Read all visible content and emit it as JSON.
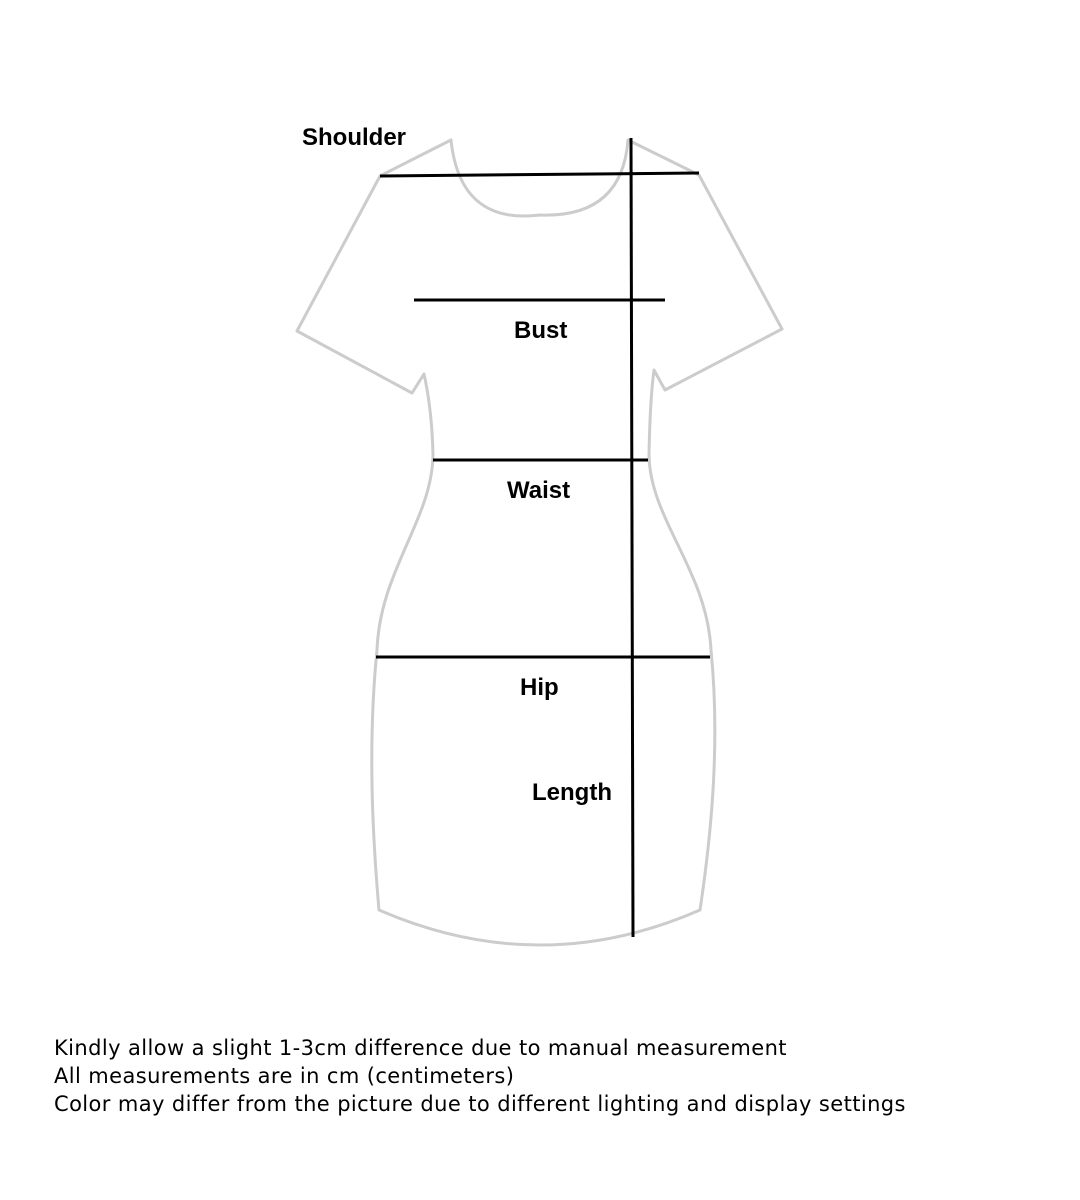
{
  "labels": {
    "shoulder": "Shoulder",
    "bust": "Bust",
    "waist": "Waist",
    "hip": "Hip",
    "length": "Length"
  },
  "notes": [
    "Kindly allow a slight 1-3cm difference due to manual measurement",
    "All measurements are in cm (centimeters)",
    "Color may differ from the picture due to different lighting and display settings"
  ],
  "colors": {
    "outline": "#cccccc",
    "measurement_line": "#000000",
    "background": "#ffffff"
  },
  "icons": {
    "garment": "dress-outline-icon"
  }
}
